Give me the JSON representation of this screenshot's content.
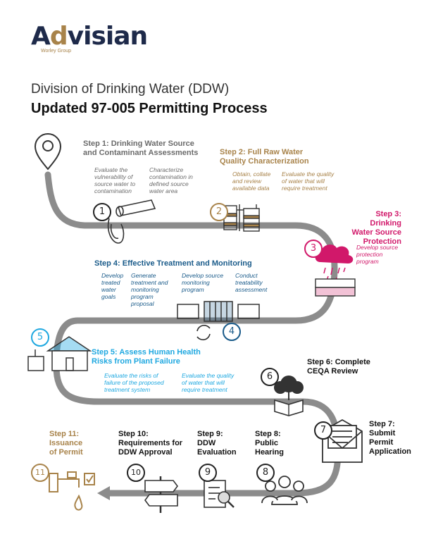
{
  "brand": {
    "name_pre": "A",
    "name_mid": "d",
    "name_post": "visian",
    "tagline": "Worley Group"
  },
  "title": {
    "line1": "Division of Drinking Water (DDW)",
    "line2": "Updated 97-005 Permitting Process"
  },
  "steps": [
    {
      "n": "1",
      "title_l1": "Step 1: Drinking Water Source",
      "title_l2": "and Contaminant Assessments",
      "d1": [
        "Evaluate the",
        "vulnerability of",
        "source water to",
        "contamination"
      ],
      "d2": [
        "Characterize",
        "contamination in",
        "defined source",
        "water area"
      ]
    },
    {
      "n": "2",
      "title_l1": "Step 2: Full Raw Water",
      "title_l2": "Quality Characterization",
      "d1": [
        "Obtain, collate",
        "and review",
        "available data"
      ],
      "d2": [
        "Evaluate the quality",
        "of water that will",
        "require treatment"
      ]
    },
    {
      "n": "3",
      "title_l1": "Step 3: Drinking",
      "title_l2": "Water Source",
      "title_l3": "Protection",
      "d1": [
        "Develop source",
        "protection",
        "program"
      ]
    },
    {
      "n": "4",
      "title_l1": "Step 4: Effective Treatment and Monitoring",
      "d1": [
        "Develop",
        "treated",
        "water",
        "goals"
      ],
      "d2": [
        "Generate",
        "treatment and",
        "monitoring",
        "program",
        "proposal"
      ],
      "d3": [
        "Develop source",
        "monitoring",
        "program"
      ],
      "d4": [
        "Conduct",
        "treatability",
        "assessment"
      ]
    },
    {
      "n": "5",
      "title_l1": "Step 5: Assess Human Health",
      "title_l2": "Risks from Plant Failure",
      "d1": [
        "Evaluate the risks of",
        "failure of the proposed",
        "treatment system"
      ],
      "d2": [
        "Evaluate the quality",
        "of water that will",
        "require treatment"
      ]
    },
    {
      "n": "6",
      "title_l1": "Step 6: Complete",
      "title_l2": "CEQA Review"
    },
    {
      "n": "7",
      "title_l1": "Step 7:",
      "title_l2": "Submit",
      "title_l3": "Permit",
      "title_l4": "Application"
    },
    {
      "n": "8",
      "title_l1": "Step 8:",
      "title_l2": "Public",
      "title_l3": "Hearing"
    },
    {
      "n": "9",
      "title_l1": "Step 9:",
      "title_l2": "DDW",
      "title_l3": "Evaluation"
    },
    {
      "n": "10",
      "title_l1": "Step 10:",
      "title_l2": "Requirements for",
      "title_l3": "DDW Approval"
    },
    {
      "n": "11",
      "title_l1": "Step 11:",
      "title_l2": "Issuance",
      "title_l3": "of Permit"
    }
  ],
  "colors": {
    "grey": "#6b6b6b",
    "tan": "#a8834a",
    "pink": "#d1186a",
    "navy": "#1a5b8a",
    "cyan": "#1fa8e0",
    "path": "#8c8c8c"
  }
}
